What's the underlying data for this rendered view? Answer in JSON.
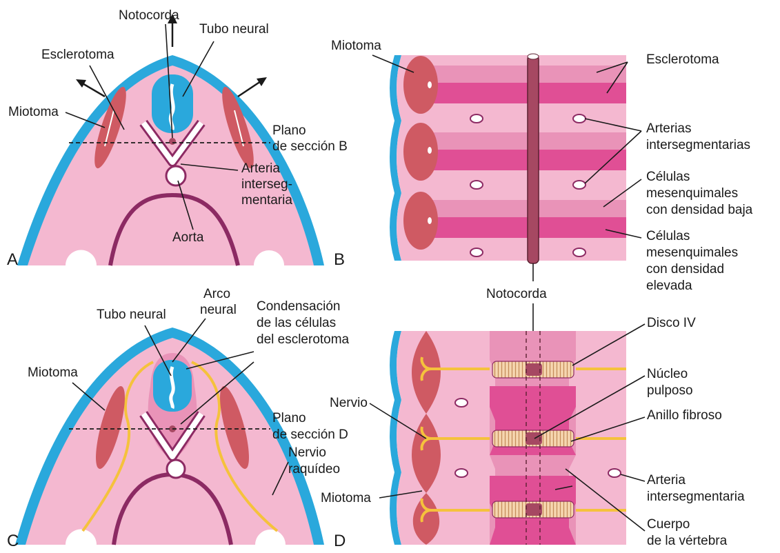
{
  "panel_A": {
    "letter": "A",
    "notocorda": "Notocorda",
    "tubo_neural": "Tubo neural",
    "esclerotoma": "Esclerotoma",
    "miotoma": "Miotoma",
    "plano_1": "Plano",
    "plano_2": "de sección B",
    "arteria_1": "Arteria",
    "arteria_2": "interseg-",
    "arteria_3": "mentaria",
    "aorta": "Aorta"
  },
  "panel_B": {
    "letter": "B",
    "miotoma": "Miotoma",
    "esclerotoma": "Esclerotoma",
    "arterias_1": "Arterias",
    "arterias_2": "intersegmentarias",
    "baja_1": "Células",
    "baja_2": "mesenquimales",
    "baja_3": "con densidad baja",
    "elevada_1": "Células",
    "elevada_2": "mesenquimales",
    "elevada_3": "con densidad",
    "elevada_4": "elevada",
    "notocorda": "Notocorda"
  },
  "panel_C": {
    "letter": "C",
    "arco_1": "Arco",
    "arco_2": "neural",
    "tubo_neural": "Tubo neural",
    "cond_1": "Condensación",
    "cond_2": "de las células",
    "cond_3": "del esclerotoma",
    "miotoma": "Miotoma",
    "plano_1": "Plano",
    "plano_2": "de sección D",
    "nervio_1": "Nervio",
    "nervio_2": "raquídeo"
  },
  "panel_D": {
    "letter": "D",
    "disco": "Disco IV",
    "nucleo_1": "Núcleo",
    "nucleo_2": "pulposo",
    "anillo": "Anillo fibroso",
    "nervio": "Nervio",
    "miotoma": "Miotoma",
    "arteria_1": "Arteria",
    "arteria_2": "intersegmentaria",
    "cuerpo_1": "Cuerpo",
    "cuerpo_2": "de la vértebra"
  },
  "colors": {
    "light_pink": "#f4b8d0",
    "medium_pink": "#e993b8",
    "hot_pink": "#e04f95",
    "blue": "#2aa8dc",
    "muscle": "#cf5a63",
    "notochord": "#a64862",
    "yellow": "#f5c23c",
    "vessel": "#8c2a63"
  }
}
